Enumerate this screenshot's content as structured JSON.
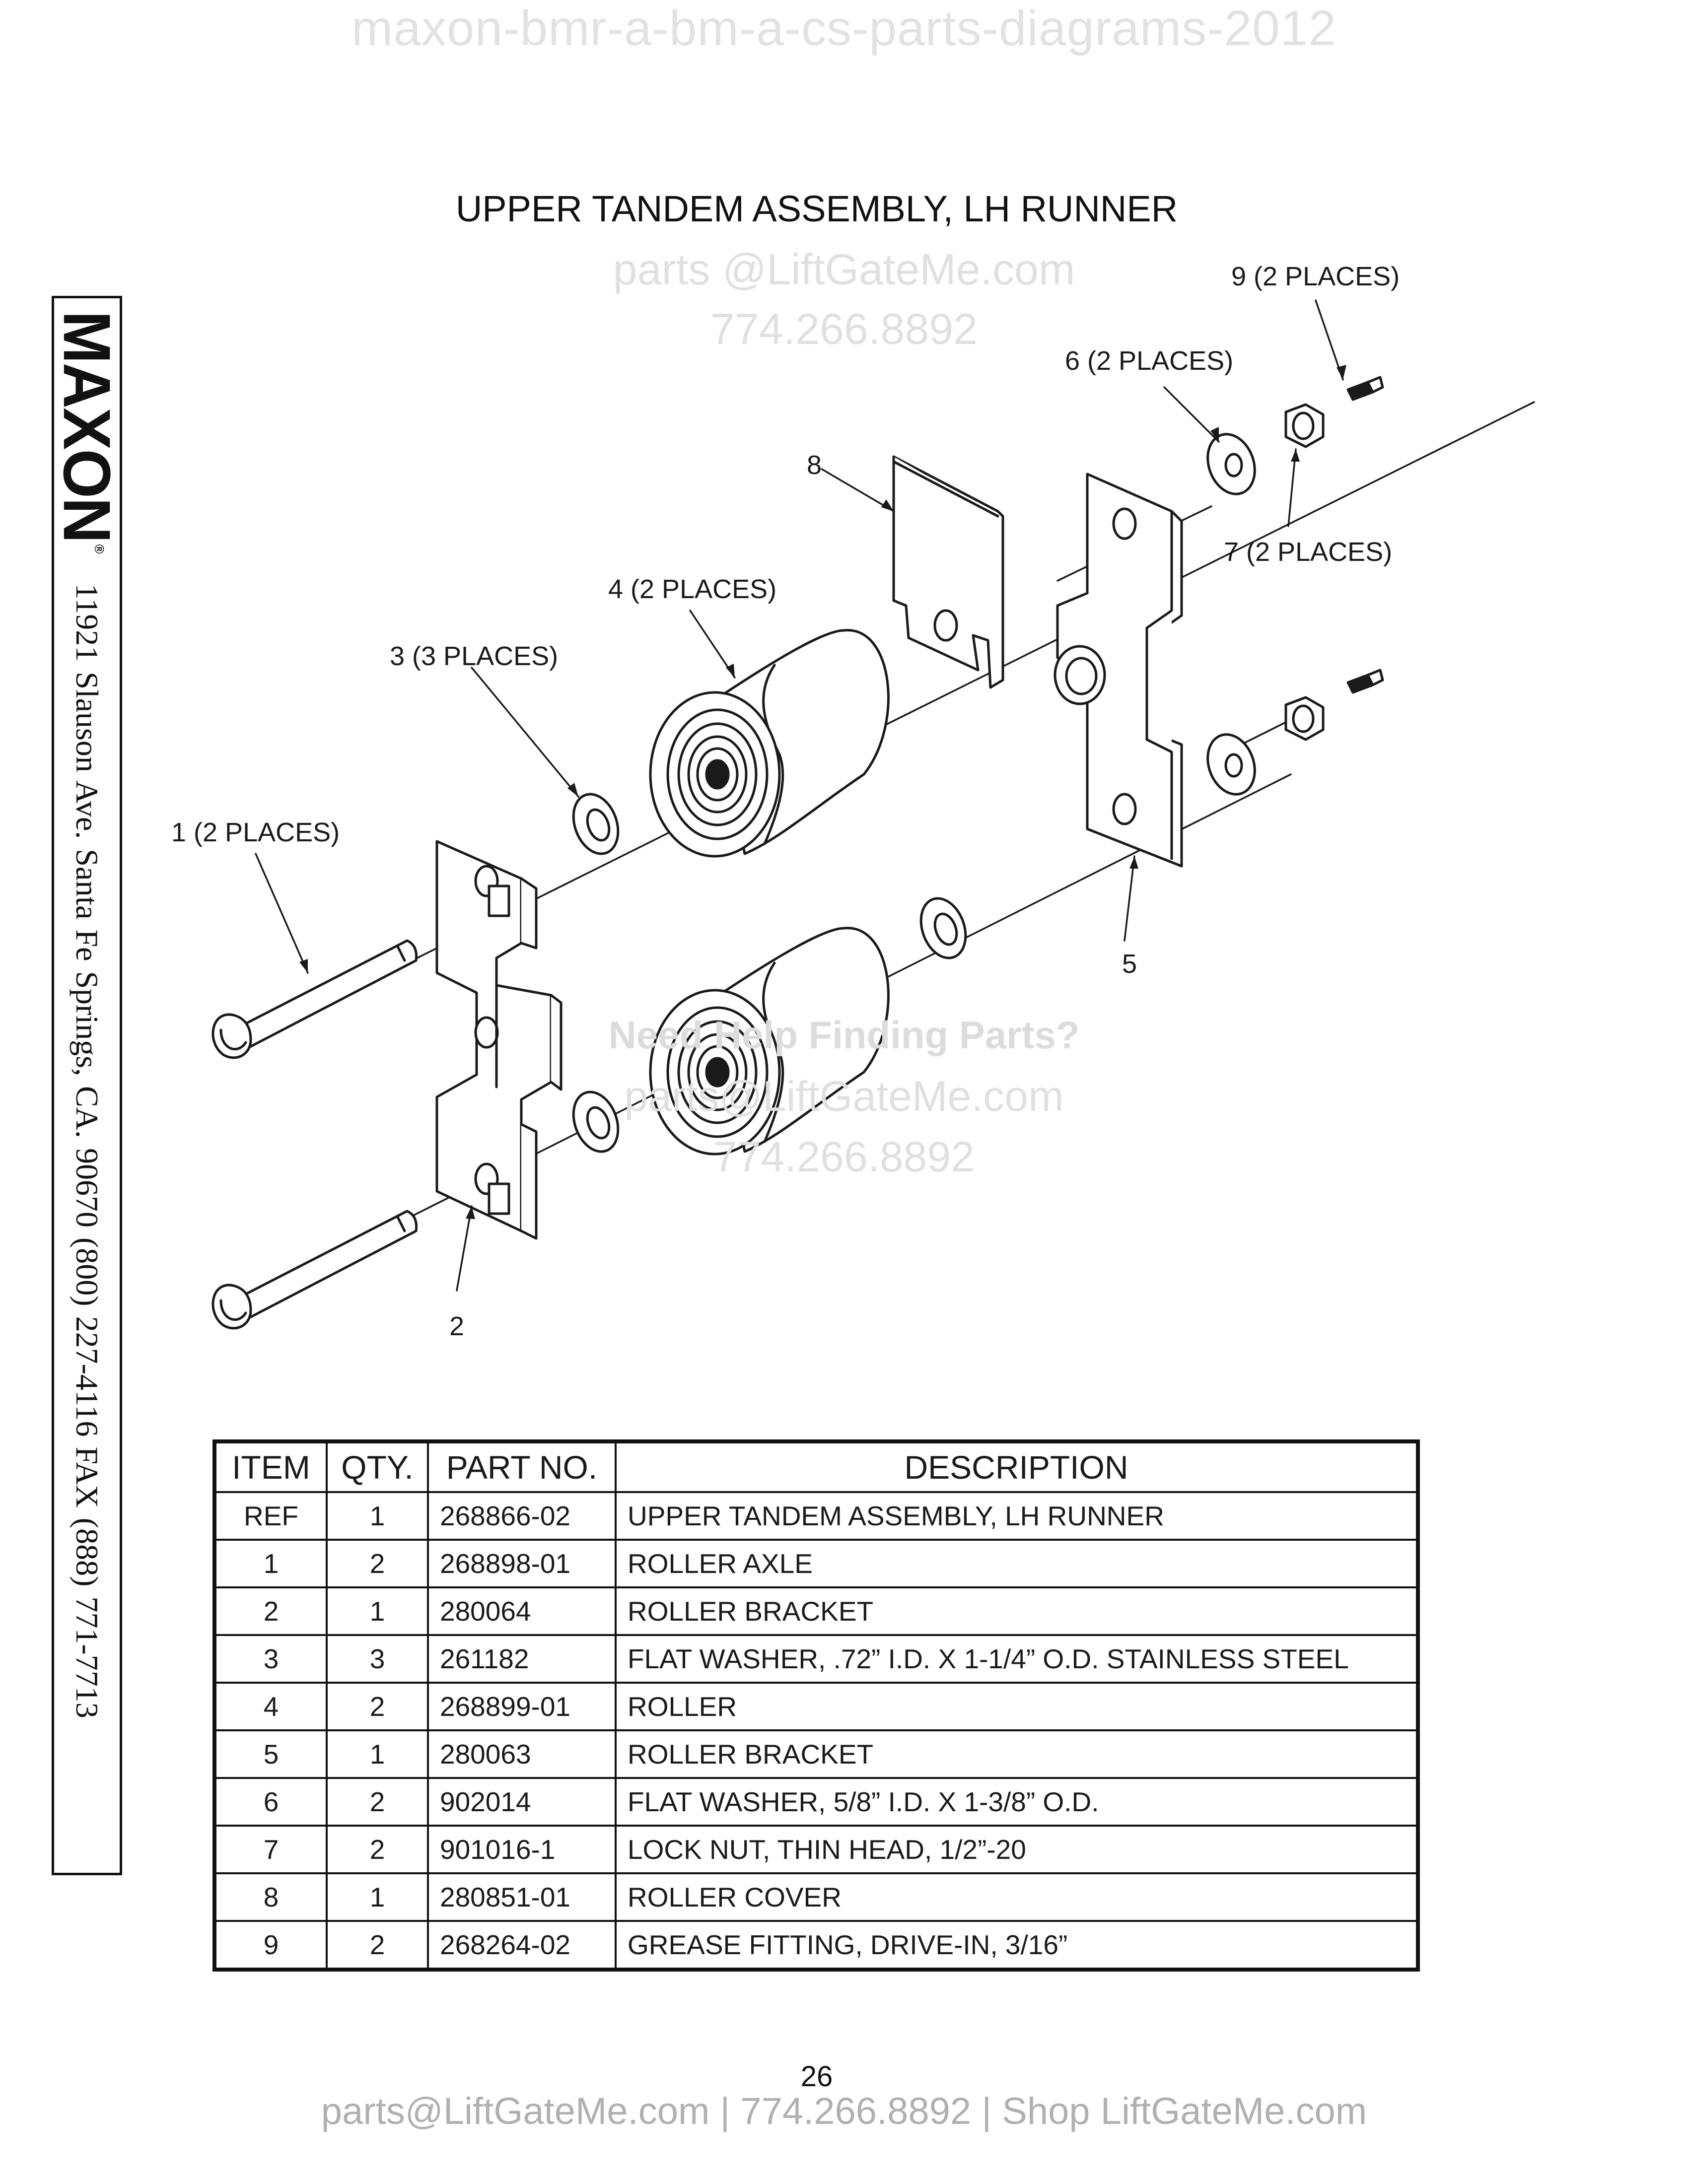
{
  "watermark": {
    "top_text": "maxon-bmr-a-bm-a-cs-parts-diagrams-2012",
    "upper_email": "parts @LiftGateMe.com",
    "upper_phone": "774.266.8892",
    "middle_heading": "Need Help Finding Parts?",
    "middle_email": "parts@LiftGateMe.com",
    "middle_phone": "774.266.8892"
  },
  "page": {
    "title": "UPPER TANDEM ASSEMBLY, LH RUNNER",
    "page_number": "26",
    "footer": "parts@LiftGateMe.com | 774.266.8892 | Shop LiftGateMe.com"
  },
  "sidebar": {
    "brand": "MAXON",
    "registered": "®",
    "address": "11921 Slauson Ave.  Santa Fe Springs, CA.  90670  (800) 227-4116  FAX (888) 771-7713"
  },
  "diagram": {
    "callouts": {
      "c9": "9 (2 PLACES)",
      "c6": "6 (2 PLACES)",
      "c8": "8",
      "c7": "7 (2 PLACES)",
      "c4": "4 (2 PLACES)",
      "c3": "3 (3 PLACES)",
      "c1": "1 (2 PLACES)",
      "c5": "5",
      "c2": "2"
    }
  },
  "table": {
    "headers": [
      "ITEM",
      "QTY.",
      "PART NO.",
      "DESCRIPTION"
    ],
    "rows": [
      [
        "REF",
        "1",
        "268866-02",
        "UPPER TANDEM ASSEMBLY, LH RUNNER"
      ],
      [
        "1",
        "2",
        "268898-01",
        "ROLLER AXLE"
      ],
      [
        "2",
        "1",
        "280064",
        "ROLLER BRACKET"
      ],
      [
        "3",
        "3",
        "261182",
        "FLAT WASHER, .72” I.D. X 1-1/4” O.D. STAINLESS STEEL"
      ],
      [
        "4",
        "2",
        "268899-01",
        "ROLLER"
      ],
      [
        "5",
        "1",
        "280063",
        "ROLLER BRACKET"
      ],
      [
        "6",
        "2",
        "902014",
        "FLAT WASHER, 5/8” I.D. X 1-3/8” O.D."
      ],
      [
        "7",
        "2",
        "901016-1",
        "LOCK NUT, THIN HEAD, 1/2”-20"
      ],
      [
        "8",
        "1",
        "280851-01",
        "ROLLER COVER"
      ],
      [
        "9",
        "2",
        "268264-02",
        "GREASE FITTING, DRIVE-IN, 3/16”"
      ]
    ]
  }
}
